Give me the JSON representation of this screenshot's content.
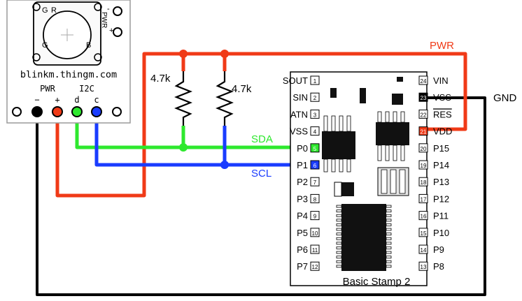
{
  "blinkm": {
    "pins_top_left": [
      "G",
      "R"
    ],
    "pins_top_right": [
      "+",
      "PWR",
      "-"
    ],
    "pins_mid": [
      "G",
      "B"
    ],
    "url": "blinkm.thingm.com",
    "label_pwr": "PWR",
    "label_i2c": "I2C",
    "pin_marks": [
      "−",
      "+",
      "d",
      "c"
    ]
  },
  "resistors": [
    "4.7k",
    "4.7k"
  ],
  "nets": {
    "pwr": "PWR",
    "gnd": "GND",
    "sda": "SDA",
    "scl": "SCL"
  },
  "stamp": {
    "title": "Basic Stamp 2",
    "left_pins": [
      {
        "num": "1",
        "label": "SOUT"
      },
      {
        "num": "2",
        "label": "SIN"
      },
      {
        "num": "3",
        "label": "ATN"
      },
      {
        "num": "4",
        "label": "VSS"
      },
      {
        "num": "5",
        "label": "P0"
      },
      {
        "num": "6",
        "label": "P1"
      },
      {
        "num": "7",
        "label": "P2"
      },
      {
        "num": "8",
        "label": "P3"
      },
      {
        "num": "9",
        "label": "P4"
      },
      {
        "num": "10",
        "label": "P5"
      },
      {
        "num": "11",
        "label": "P6"
      },
      {
        "num": "12",
        "label": "P7"
      }
    ],
    "right_pins": [
      {
        "num": "24",
        "label": "VIN"
      },
      {
        "num": "23",
        "label": "VSS"
      },
      {
        "num": "22",
        "label": "RES"
      },
      {
        "num": "21",
        "label": "VDD"
      },
      {
        "num": "20",
        "label": "P15"
      },
      {
        "num": "19",
        "label": "P14"
      },
      {
        "num": "18",
        "label": "P13"
      },
      {
        "num": "17",
        "label": "P12"
      },
      {
        "num": "16",
        "label": "P11"
      },
      {
        "num": "15",
        "label": "P10"
      },
      {
        "num": "14",
        "label": "P9"
      },
      {
        "num": "13",
        "label": "P8"
      }
    ]
  },
  "colors": {
    "red": "#f03a17",
    "green": "#2ee82e",
    "blue": "#1a3cff",
    "black": "#000000",
    "chip": "#111111"
  }
}
